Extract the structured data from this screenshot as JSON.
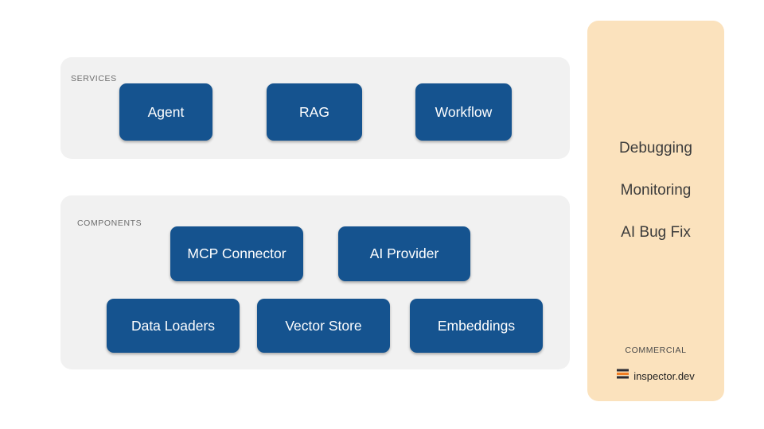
{
  "diagram": {
    "groups": [
      {
        "id": "services",
        "label": "SERVICES",
        "nodes": [
          {
            "id": "agent",
            "label": "Agent"
          },
          {
            "id": "rag",
            "label": "RAG"
          },
          {
            "id": "workflow",
            "label": "Workflow"
          }
        ]
      },
      {
        "id": "components",
        "label": "COMPONENTS",
        "nodes": [
          {
            "id": "mcp-connector",
            "label": "MCP Connector"
          },
          {
            "id": "ai-provider",
            "label": "AI Provider"
          },
          {
            "id": "data-loaders",
            "label": "Data Loaders"
          },
          {
            "id": "vector-store",
            "label": "Vector Store"
          },
          {
            "id": "embeddings",
            "label": "Embeddings"
          }
        ]
      }
    ],
    "commercial": {
      "features": [
        {
          "id": "debugging",
          "label": "Debugging"
        },
        {
          "id": "monitoring",
          "label": "Monitoring"
        },
        {
          "id": "ai-bug-fix",
          "label": "AI Bug Fix"
        }
      ],
      "caption": "COMMERCIAL",
      "brand_name": "inspector.dev",
      "brand_icon": "stacked-bars-logo-icon"
    },
    "colors": {
      "node_blue": "#15538f",
      "group_grey": "#f1f1f1",
      "commercial_orange": "#fbe2bd",
      "brand_accent_orange": "#f07d23",
      "brand_dark": "#2b2b33",
      "canvas": "#ffffff"
    }
  }
}
